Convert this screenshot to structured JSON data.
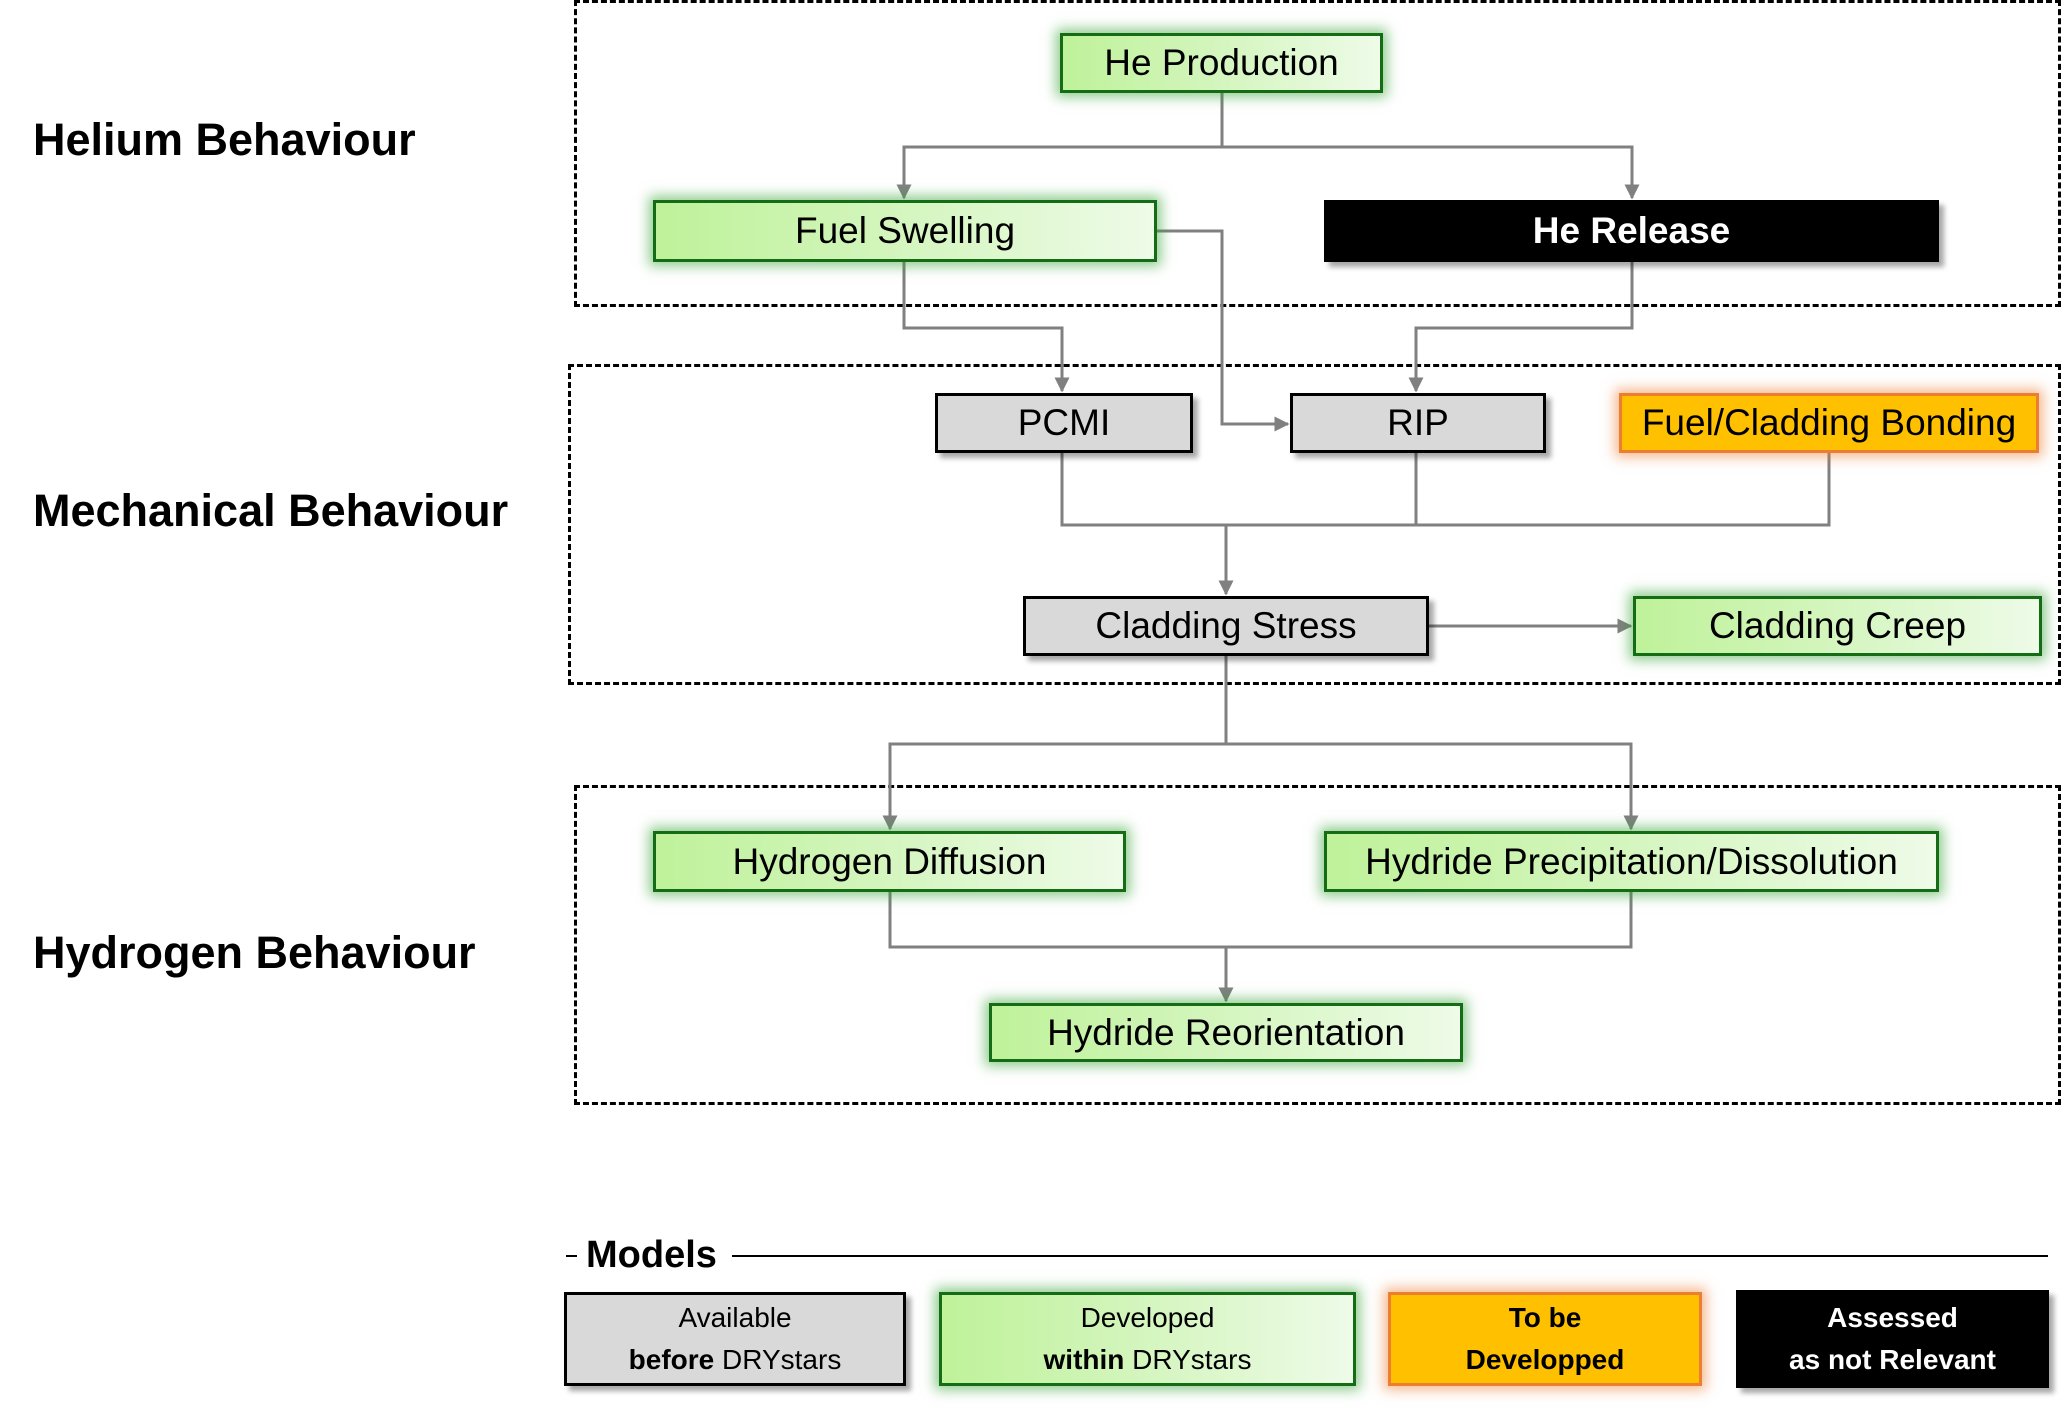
{
  "sections": {
    "helium": "Helium Behaviour",
    "mechanical": "Mechanical Behaviour",
    "hydrogen": "Hydrogen Behaviour"
  },
  "nodes": {
    "he_production": {
      "label": "He Production",
      "status": "developed"
    },
    "fuel_swelling": {
      "label": "Fuel Swelling",
      "status": "developed"
    },
    "he_release": {
      "label": "He Release",
      "status": "not-relevant"
    },
    "pcmi": {
      "label": "PCMI",
      "status": "available"
    },
    "rip": {
      "label": "RIP",
      "status": "available"
    },
    "fuel_cladding_bonding": {
      "label": "Fuel/Cladding Bonding",
      "status": "to-be-developed"
    },
    "cladding_stress": {
      "label": "Cladding Stress",
      "status": "available"
    },
    "cladding_creep": {
      "label": "Cladding Creep",
      "status": "developed"
    },
    "hydrogen_diffusion": {
      "label": "Hydrogen Diffusion",
      "status": "developed"
    },
    "hydride_precipitation": {
      "label": "Hydride Precipitation/Dissolution",
      "status": "developed"
    },
    "hydride_reorientation": {
      "label": "Hydride Reorientation",
      "status": "developed"
    }
  },
  "edges": [
    [
      "He Production",
      "Fuel Swelling"
    ],
    [
      "He Production",
      "He Release"
    ],
    [
      "Fuel Swelling",
      "PCMI"
    ],
    [
      "Fuel Swelling",
      "RIP"
    ],
    [
      "He Release",
      "RIP"
    ],
    [
      "PCMI",
      "Cladding Stress"
    ],
    [
      "RIP",
      "Cladding Stress"
    ],
    [
      "Fuel/Cladding Bonding",
      "Cladding Stress"
    ],
    [
      "Cladding Stress",
      "Cladding Creep"
    ],
    [
      "Cladding Stress",
      "Hydrogen Diffusion"
    ],
    [
      "Cladding Stress",
      "Hydride Precipitation/Dissolution"
    ],
    [
      "Hydrogen Diffusion",
      "Hydride Reorientation"
    ],
    [
      "Hydride Precipitation/Dissolution",
      "Hydride Reorientation"
    ]
  ],
  "legend": {
    "title": "Models",
    "items": [
      {
        "line1": "Available",
        "line2_bold": "before",
        "line2_rest": " DRYstars",
        "status": "available"
      },
      {
        "line1": "Developed",
        "line2_bold": "within",
        "line2_rest": " DRYstars",
        "status": "developed"
      },
      {
        "line1": "To be",
        "line2_bold": "Developped",
        "line2_rest": "",
        "status": "to-be-developed"
      },
      {
        "line1": "Assessed",
        "line2_bold": "as not Relevant",
        "line2_rest": "",
        "status": "not-relevant"
      }
    ]
  },
  "colors": {
    "developed_fill": "#c6f0a6",
    "developed_border": "#146c14",
    "available_fill": "#d9d9d9",
    "to_be_developed_fill": "#ffc000",
    "to_be_developed_border": "#ed7d31",
    "not_relevant_fill": "#000000",
    "connector": "#808080"
  }
}
